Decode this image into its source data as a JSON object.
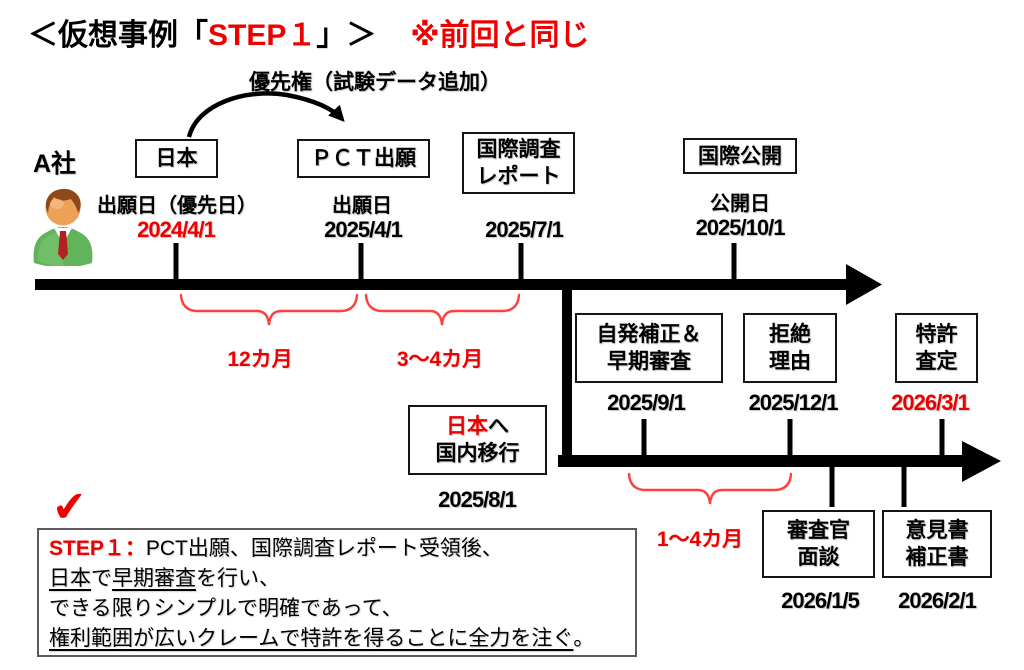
{
  "colors": {
    "accent_red": "#ee0000",
    "line_black": "#000000",
    "box_border": "#151515"
  },
  "title": {
    "part1": "＜仮想事例「",
    "step": "STEP１",
    "part2": "」＞",
    "note": "※前回と同じ"
  },
  "priority_arrow_label": "優先権（試験データ追加）",
  "company": {
    "name": "A社",
    "icon": "person-icon"
  },
  "timeline_upper": {
    "events": [
      {
        "box": "日本",
        "label": "出願日（優先日）",
        "date": "2024/4/1"
      },
      {
        "box": "ＰＣＴ出願",
        "label": "出願日",
        "date": "2025/4/1"
      },
      {
        "box": "国際調査\nレポート",
        "label": "",
        "date": "2025/7/1"
      },
      {
        "box": "国際公開",
        "label": "公開日",
        "date": "2025/10/1"
      }
    ],
    "durations": [
      "12カ月",
      "3～4カ月"
    ]
  },
  "national_entry": {
    "line1_red": "日本",
    "line1_rest": "へ",
    "line2": "国内移行",
    "date": "2025/8/1"
  },
  "timeline_lower": {
    "events_above": [
      {
        "box": "自発補正＆\n早期審査",
        "date": "2025/9/1"
      },
      {
        "box": "拒絶\n理由",
        "date": "2025/12/1"
      },
      {
        "box": "特許\n査定",
        "date": "2026/3/1"
      }
    ],
    "duration": "1～4カ月",
    "events_below": [
      {
        "box": "審査官\n面談",
        "date": "2026/1/5"
      },
      {
        "box": "意見書\n補正書",
        "date": "2026/2/1"
      }
    ]
  },
  "checkmark": "✔",
  "step_note": {
    "line1": [
      {
        "text": "STEP１："
      },
      {
        "text": "PCT出願、国際調査レポート受領後、"
      }
    ],
    "line2": [
      {
        "text": "日本"
      },
      {
        "text": "で"
      },
      {
        "text": "早期審査"
      },
      {
        "text": "を行い、"
      }
    ],
    "line3": [
      {
        "text": "できる限りシンプルで明確であって、"
      }
    ],
    "line4": [
      {
        "text": "権利範囲が広いクレームで特許を得ることに全力を注ぐ"
      },
      {
        "text": "。"
      }
    ]
  }
}
